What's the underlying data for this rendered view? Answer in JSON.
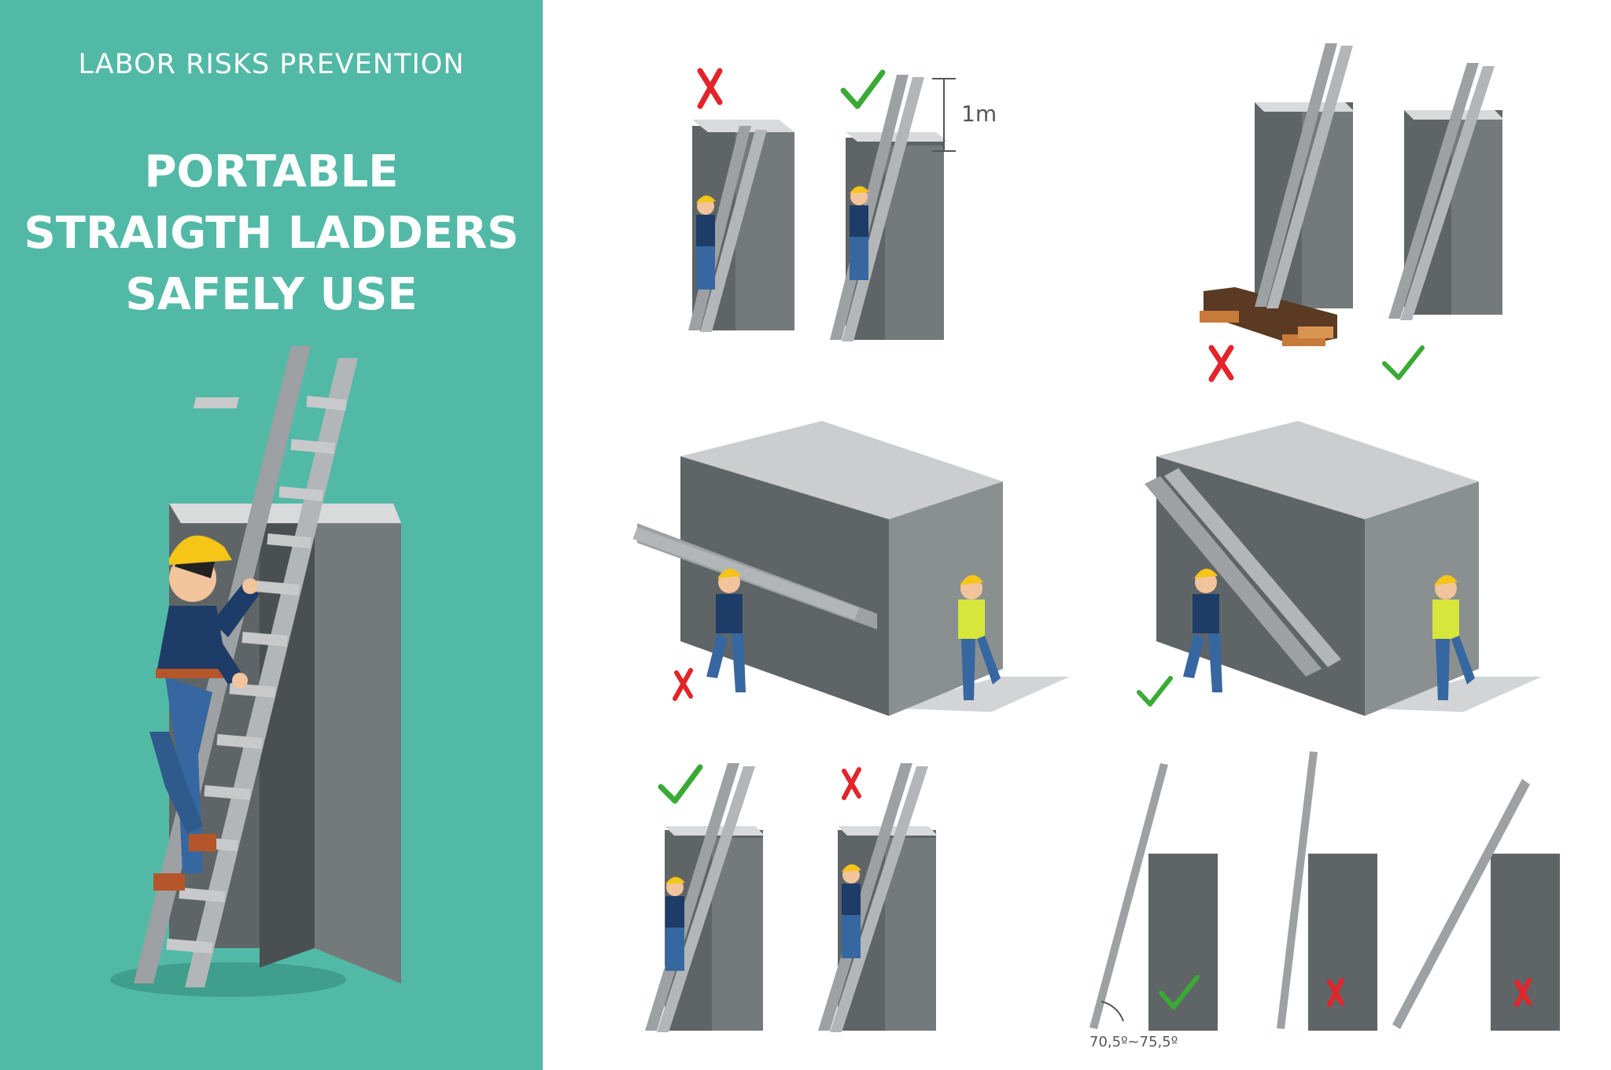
{
  "sidebar": {
    "subtitle": "LABOR RISKS PREVENTION",
    "title_lines": [
      "PORTABLE",
      "STRAIGTH LADDERS",
      "SAFELY USE"
    ]
  },
  "annotations": {
    "height_label": "1m",
    "angle_label": "70,5º~75,5º"
  },
  "panels": [
    {
      "id": "overhang-wrong",
      "status": "wrong"
    },
    {
      "id": "overhang-correct",
      "status": "correct"
    },
    {
      "id": "base-wood-wrong",
      "status": "wrong"
    },
    {
      "id": "base-ground-correct",
      "status": "correct"
    },
    {
      "id": "carry-horizontal-wrong",
      "status": "wrong"
    },
    {
      "id": "carry-diagonal-correct",
      "status": "correct"
    },
    {
      "id": "climb-center-correct",
      "status": "correct"
    },
    {
      "id": "climb-one-hand-wrong",
      "status": "wrong"
    },
    {
      "id": "angle-correct",
      "status": "correct"
    },
    {
      "id": "angle-steep-wrong",
      "status": "wrong"
    },
    {
      "id": "angle-shallow-wrong",
      "status": "wrong"
    }
  ],
  "colors": {
    "teal": "#52b9a6",
    "wall_front": "#5f6566",
    "wall_side": "#8a8f90",
    "ladder": "#9da1a3",
    "correct": "#3aaa35",
    "wrong": "#e3242b",
    "helmet": "#f5c518",
    "vest": "#d7e63a"
  }
}
